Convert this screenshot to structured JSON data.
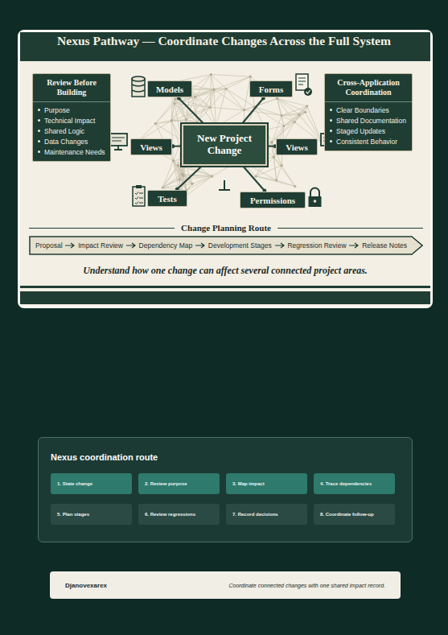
{
  "diagram": {
    "title": "Nexus Pathway — Coordinate Changes Across the Full System",
    "caption": "Understand how one change can affect several connected project areas.",
    "nodes": [
      {
        "text": [
          "Review Before Building",
          "Purpose",
          "Technical Impact",
          "Shared Logic",
          "Data Changes",
          "Maintenance Needs"
        ]
      },
      {
        "text": [
          "Models"
        ]
      },
      {
        "text": [
          "Forms"
        ]
      },
      {
        "text": [
          "Views"
        ]
      },
      {
        "text": [
          "New Project Change"
        ]
      },
      {
        "text": [
          "Views"
        ]
      },
      {
        "text": [
          "Tests"
        ]
      },
      {
        "text": [
          "Permissions"
        ]
      },
      {
        "text": [
          "Cross-Application Coordination",
          "Clear Boundaries",
          "Shared Documentation",
          "Staged Updates",
          "Consistent Behavior"
        ]
      },
      {
        "text": [
          "Change Planning Route",
          "Proposal",
          "Impact Review",
          "Dependency Map",
          "Development Stages",
          "Regression Review",
          "Release Notes"
        ]
      },
      {
        "text": [
          "Nexus coordination route"
        ]
      },
      {
        "text": [
          "1. State change"
        ],
        "in": 10
      },
      {
        "text": [
          "2. Review purpose"
        ],
        "in": 10
      },
      {
        "text": [
          "3. Map impact"
        ],
        "in": 10
      },
      {
        "text": [
          "4. Trace dependencies"
        ],
        "in": 10
      },
      {
        "text": [
          "5. Plan stages"
        ],
        "in": 10
      },
      {
        "text": [
          "6. Review regressions"
        ],
        "in": 10
      },
      {
        "text": [
          "7. Record decisions"
        ],
        "in": 10
      },
      {
        "text": [
          "8. Coordinate follow-up"
        ],
        "in": 10
      },
      {
        "text": [
          "Djanovexarex",
          "Coordinate connected changes with one shared impact record."
        ]
      }
    ],
    "edges": [
      {
        "from": 4,
        "to": 1,
        "arrow": "none"
      },
      {
        "from": 4,
        "to": 2,
        "arrow": "none"
      },
      {
        "from": 4,
        "to": 3,
        "arrow": "none"
      },
      {
        "from": 4,
        "to": 5,
        "arrow": "none"
      },
      {
        "from": 4,
        "to": 6,
        "arrow": "none"
      },
      {
        "from": 4,
        "to": 7,
        "arrow": "none"
      }
    ]
  }
}
